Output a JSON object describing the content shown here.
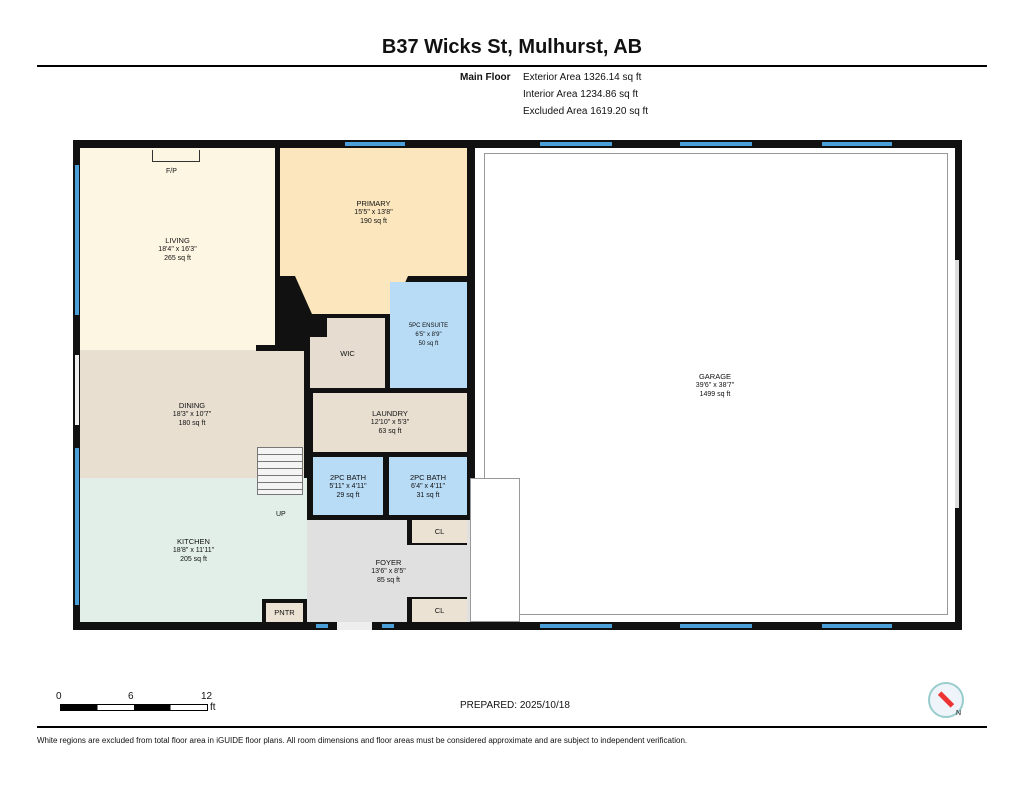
{
  "title": "B37 Wicks St, Mulhurst, AB",
  "floor": {
    "label": "Main Floor",
    "exterior": "Exterior Area 1326.14 sq ft",
    "interior": "Interior Area 1234.86 sq ft",
    "excluded": "Excluded Area 1619.20 sq ft"
  },
  "rooms": {
    "living": {
      "name": "LIVING",
      "dims": "18'4\" x 16'3\"",
      "area": "265 sq ft"
    },
    "primary": {
      "name": "PRIMARY",
      "dims": "15'5\" x 13'8\"",
      "area": "190 sq ft"
    },
    "ensuite": {
      "name": "5PC ENSUITE",
      "dims": "6'5\" x 8'9\"",
      "area": "50 sq ft"
    },
    "wic": {
      "name": "WIC"
    },
    "dining": {
      "name": "DINING",
      "dims": "18'3\" x 10'7\"",
      "area": "180 sq ft"
    },
    "laundry": {
      "name": "LAUNDRY",
      "dims": "12'10\" x 5'3\"",
      "area": "63 sq ft"
    },
    "bath1": {
      "name": "2PC BATH",
      "dims": "5'11\" x 4'11\"",
      "area": "29 sq ft"
    },
    "bath2": {
      "name": "2PC BATH",
      "dims": "6'4\" x 4'11\"",
      "area": "31 sq ft"
    },
    "kitchen": {
      "name": "KITCHEN",
      "dims": "18'8\" x 11'11\"",
      "area": "205 sq ft"
    },
    "foyer": {
      "name": "FOYER",
      "dims": "13'6\" x 8'5\"",
      "area": "85 sq ft"
    },
    "cl1": {
      "name": "CL"
    },
    "cl2": {
      "name": "CL"
    },
    "pantry": {
      "name": "PNTR"
    },
    "garage": {
      "name": "GARAGE",
      "dims": "39'6\" x 38'7\"",
      "area": "1499 sq ft"
    }
  },
  "labels": {
    "fireplace": "F/P",
    "stairs": "UP"
  },
  "scale": {
    "t0": "0",
    "t1": "6",
    "t2": "12",
    "unit": "ft"
  },
  "prepared": "PREPARED: 2025/10/18",
  "compass": {
    "label": "N"
  },
  "disclaimer": "White regions are excluded from total floor area in iGUIDE floor plans. All room dimensions and floor areas must be considered approximate and are subject to independent verification."
}
